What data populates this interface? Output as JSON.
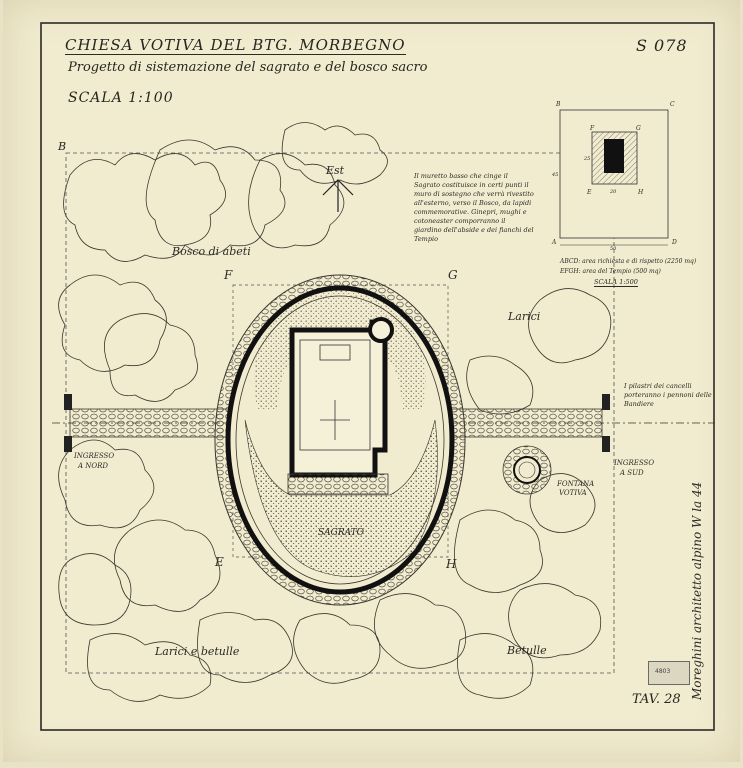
{
  "header": {
    "title": "CHIESA VOTIVA DEL BTG. MORBEGNO",
    "subtitle": "Progetto di sistemazione del sagrato e del bosco sacro",
    "scale": "SCALA 1:100",
    "sheet_number": "S 078"
  },
  "footer": {
    "plate": "TAV. 28",
    "signature": "Moreghini architetto alpino W la 44",
    "stamp": "4803"
  },
  "plan_labels": {
    "corner_b": "B",
    "point_f": "F",
    "point_g": "G",
    "point_e": "E",
    "point_h": "H",
    "north_arrow": "Est",
    "bosco_abeti": "Bosco di abeti",
    "larici": "Larici",
    "larici_betulle": "Larici e betulle",
    "betulle": "Betulle",
    "sagrato": "SAGRATO",
    "ingresso_nord": "INGRESSO A NORD",
    "ingresso_sud": "INGRESSO A SUD",
    "fontana_votiva": "FONTANA VOTIVA"
  },
  "notes": {
    "wall_note": "Il muretto basso che cinge il Sagrato costituisce in certi punti il muro di sostegno che verrà rivestito all'esterno, verso il Bosco, da lapidi commemorative. Ginepri, mughi e cotoneaster comporranno il giardino dell'abside e dei fianchi del Tempio",
    "gate_note": "I pilastri dei cancelli porteranno i pennoni delle Bandiere"
  },
  "key_plan": {
    "corners": [
      "B",
      "C",
      "A",
      "D"
    ],
    "inner": [
      "F",
      "G",
      "E",
      "H"
    ],
    "dim_side": "45",
    "dim_bottom": "50",
    "dim_inner_side": "25",
    "dim_inner_bottom": "20",
    "legend_abcd": "ABCD: area richiesta e di rispetto (2250 mq)",
    "legend_efgh": "EFGH: area del Tempio (500 mq)",
    "scale": "SCALA 1:500"
  },
  "colors": {
    "paper": "#f1ebcf",
    "ink": "#2b2a25"
  }
}
